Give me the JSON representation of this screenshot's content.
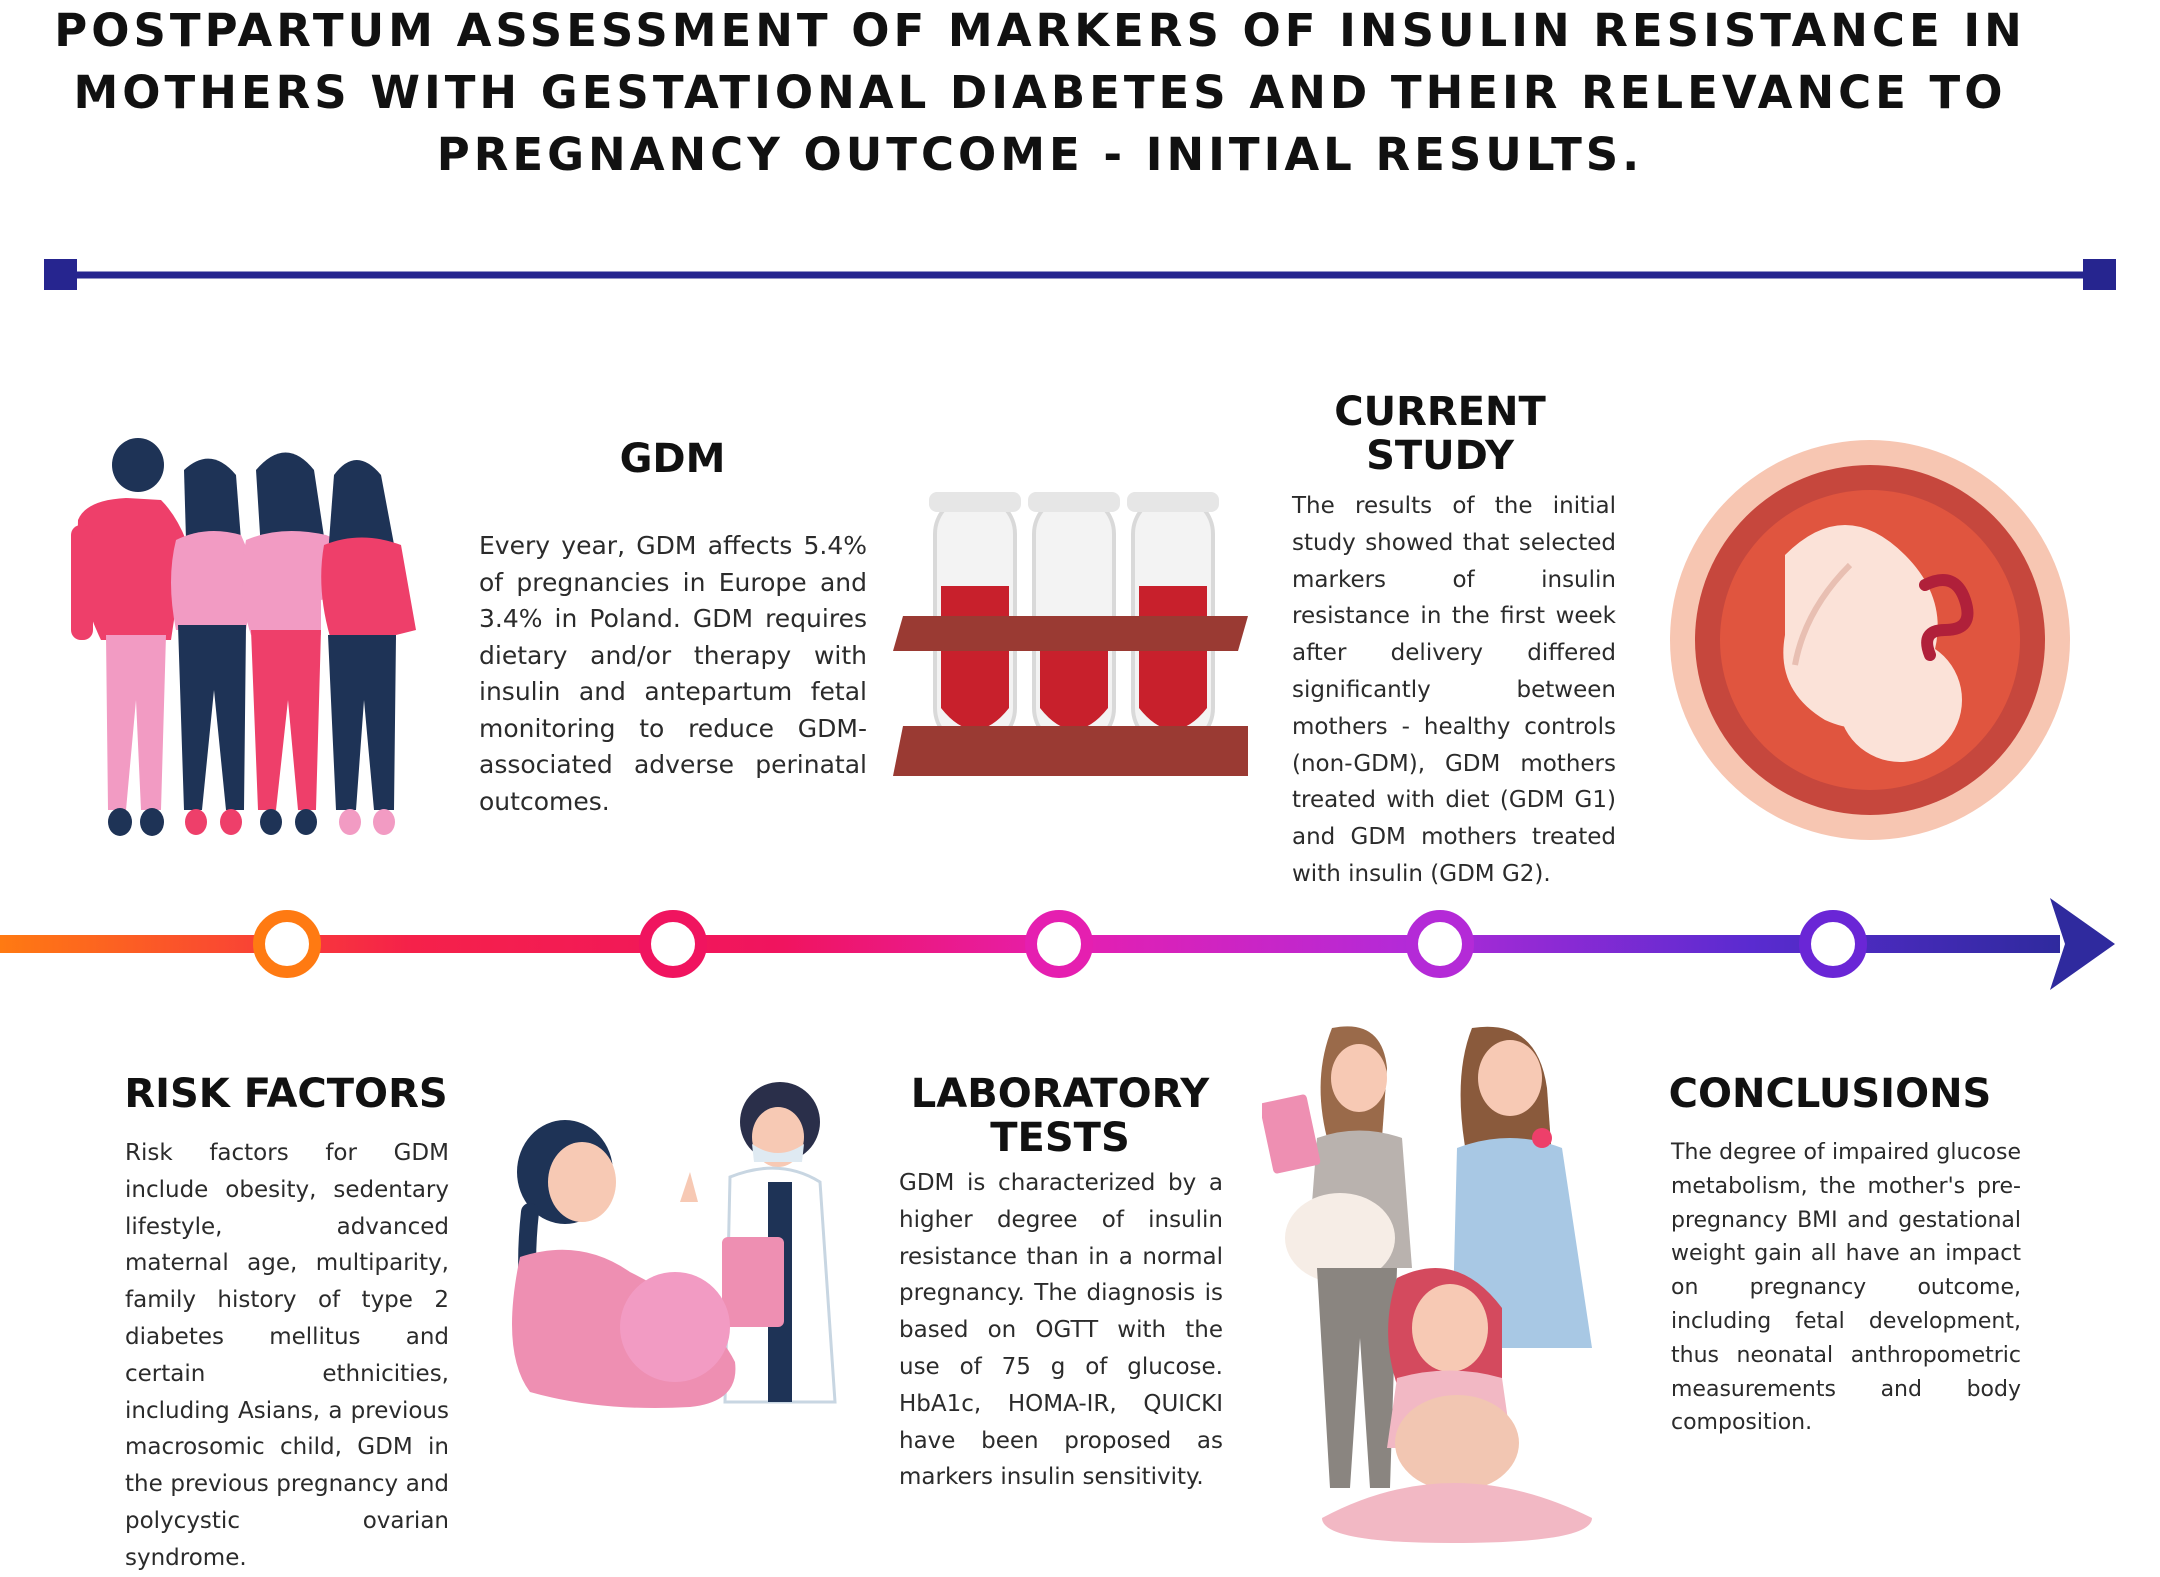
{
  "title": "POSTPARTUM ASSESSMENT OF MARKERS OF INSULIN RESISTANCE IN MOTHERS WITH GESTATIONAL DIABETES AND THEIR RELEVANCE TO PREGNANCY OUTCOME - INITIAL RESULTS.",
  "sections": {
    "gdm": {
      "heading": "GDM",
      "text": "Every year, GDM affects 5.4% of pregnancies in Europe and 3.4% in Poland.  GDM requires dietary and/or therapy with insulin and antepartum fetal monitoring to reduce GDM-associated adverse perinatal outcomes."
    },
    "current_study": {
      "heading": "CURRENT STUDY",
      "text": "The results of the initial study showed that selected markers of insulin resistance in the first week after delivery differed significantly between mothers - healthy controls (non-GDM), GDM mothers treated with diet (GDM G1) and GDM mothers treated with insulin (GDM G2)."
    },
    "risk_factors": {
      "heading": "RISK FACTORS",
      "text": "Risk factors for GDM include obesity, sedentary lifestyle, advanced maternal age, multiparity, family history of type 2 diabetes mellitus and certain ethnicities, including Asians, a previous macrosomic child, GDM in the previous pregnancy and polycystic ovarian syndrome."
    },
    "laboratory_tests": {
      "heading": "LABORATORY TESTS",
      "text": "GDM is characterized by a higher degree of insulin resistance than in a normal pregnancy. The diagnosis is based on OGTT with the use of 75 g of glucose. HbA1c, HOMA-IR, QUICKI have been proposed as markers insulin sensitivity."
    },
    "conclusions": {
      "heading": "CONCLUSIONS",
      "text": "The degree of impaired glucose metabolism, the mother's pre-pregnancy BMI and gestational weight gain all have an impact on pregnancy outcome, including fetal development, thus neonatal anthropometric measurements and body composition."
    }
  },
  "colors": {
    "top_rule": "#26258f",
    "timeline_start": "#ff7a12",
    "timeline_mid": "#f0145f",
    "timeline_end": "#2f2a9e",
    "accent_pink": "#ee3f6a",
    "navy": "#1e3356",
    "blood": "#c8202c"
  },
  "icons": {
    "group_illustration": "women-group-icon",
    "tubes_illustration": "test-tubes-icon",
    "fetus_illustration": "fetus-in-womb-icon",
    "doctor_illustration": "doctor-patient-icon",
    "pregnant_illustration": "pregnant-women-icon"
  }
}
